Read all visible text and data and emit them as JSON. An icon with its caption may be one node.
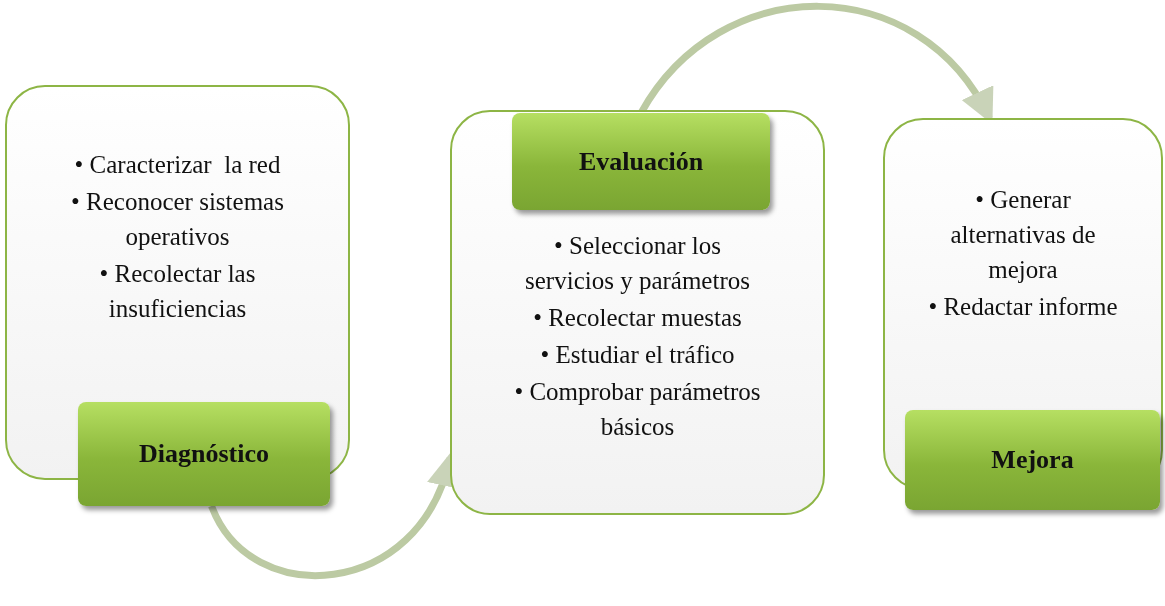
{
  "diagram": {
    "nodes": [
      {
        "text": [
          "• Caracterizar  la red",
          "• Reconocer sistemas operativos",
          "• Recolectar las insuficiencias"
        ]
      },
      {
        "text": [
          "Diagnóstico"
        ]
      },
      {
        "text": [
          "• Seleccionar los servicios y parámetros",
          "• Recolectar muestas",
          "• Estudiar el tráfico",
          "• Comprobar parámetros básicos"
        ]
      },
      {
        "text": [
          "Evaluación"
        ],
        "in": 2
      },
      {
        "text": [
          "• Generar alternativas de mejora",
          "• Redactar informe"
        ]
      },
      {
        "text": [
          "Mejora"
        ]
      }
    ],
    "edges": [
      {
        "from": 1,
        "to": 2,
        "arrow": "to"
      },
      {
        "from": 3,
        "to": 4,
        "arrow": "to"
      }
    ]
  }
}
